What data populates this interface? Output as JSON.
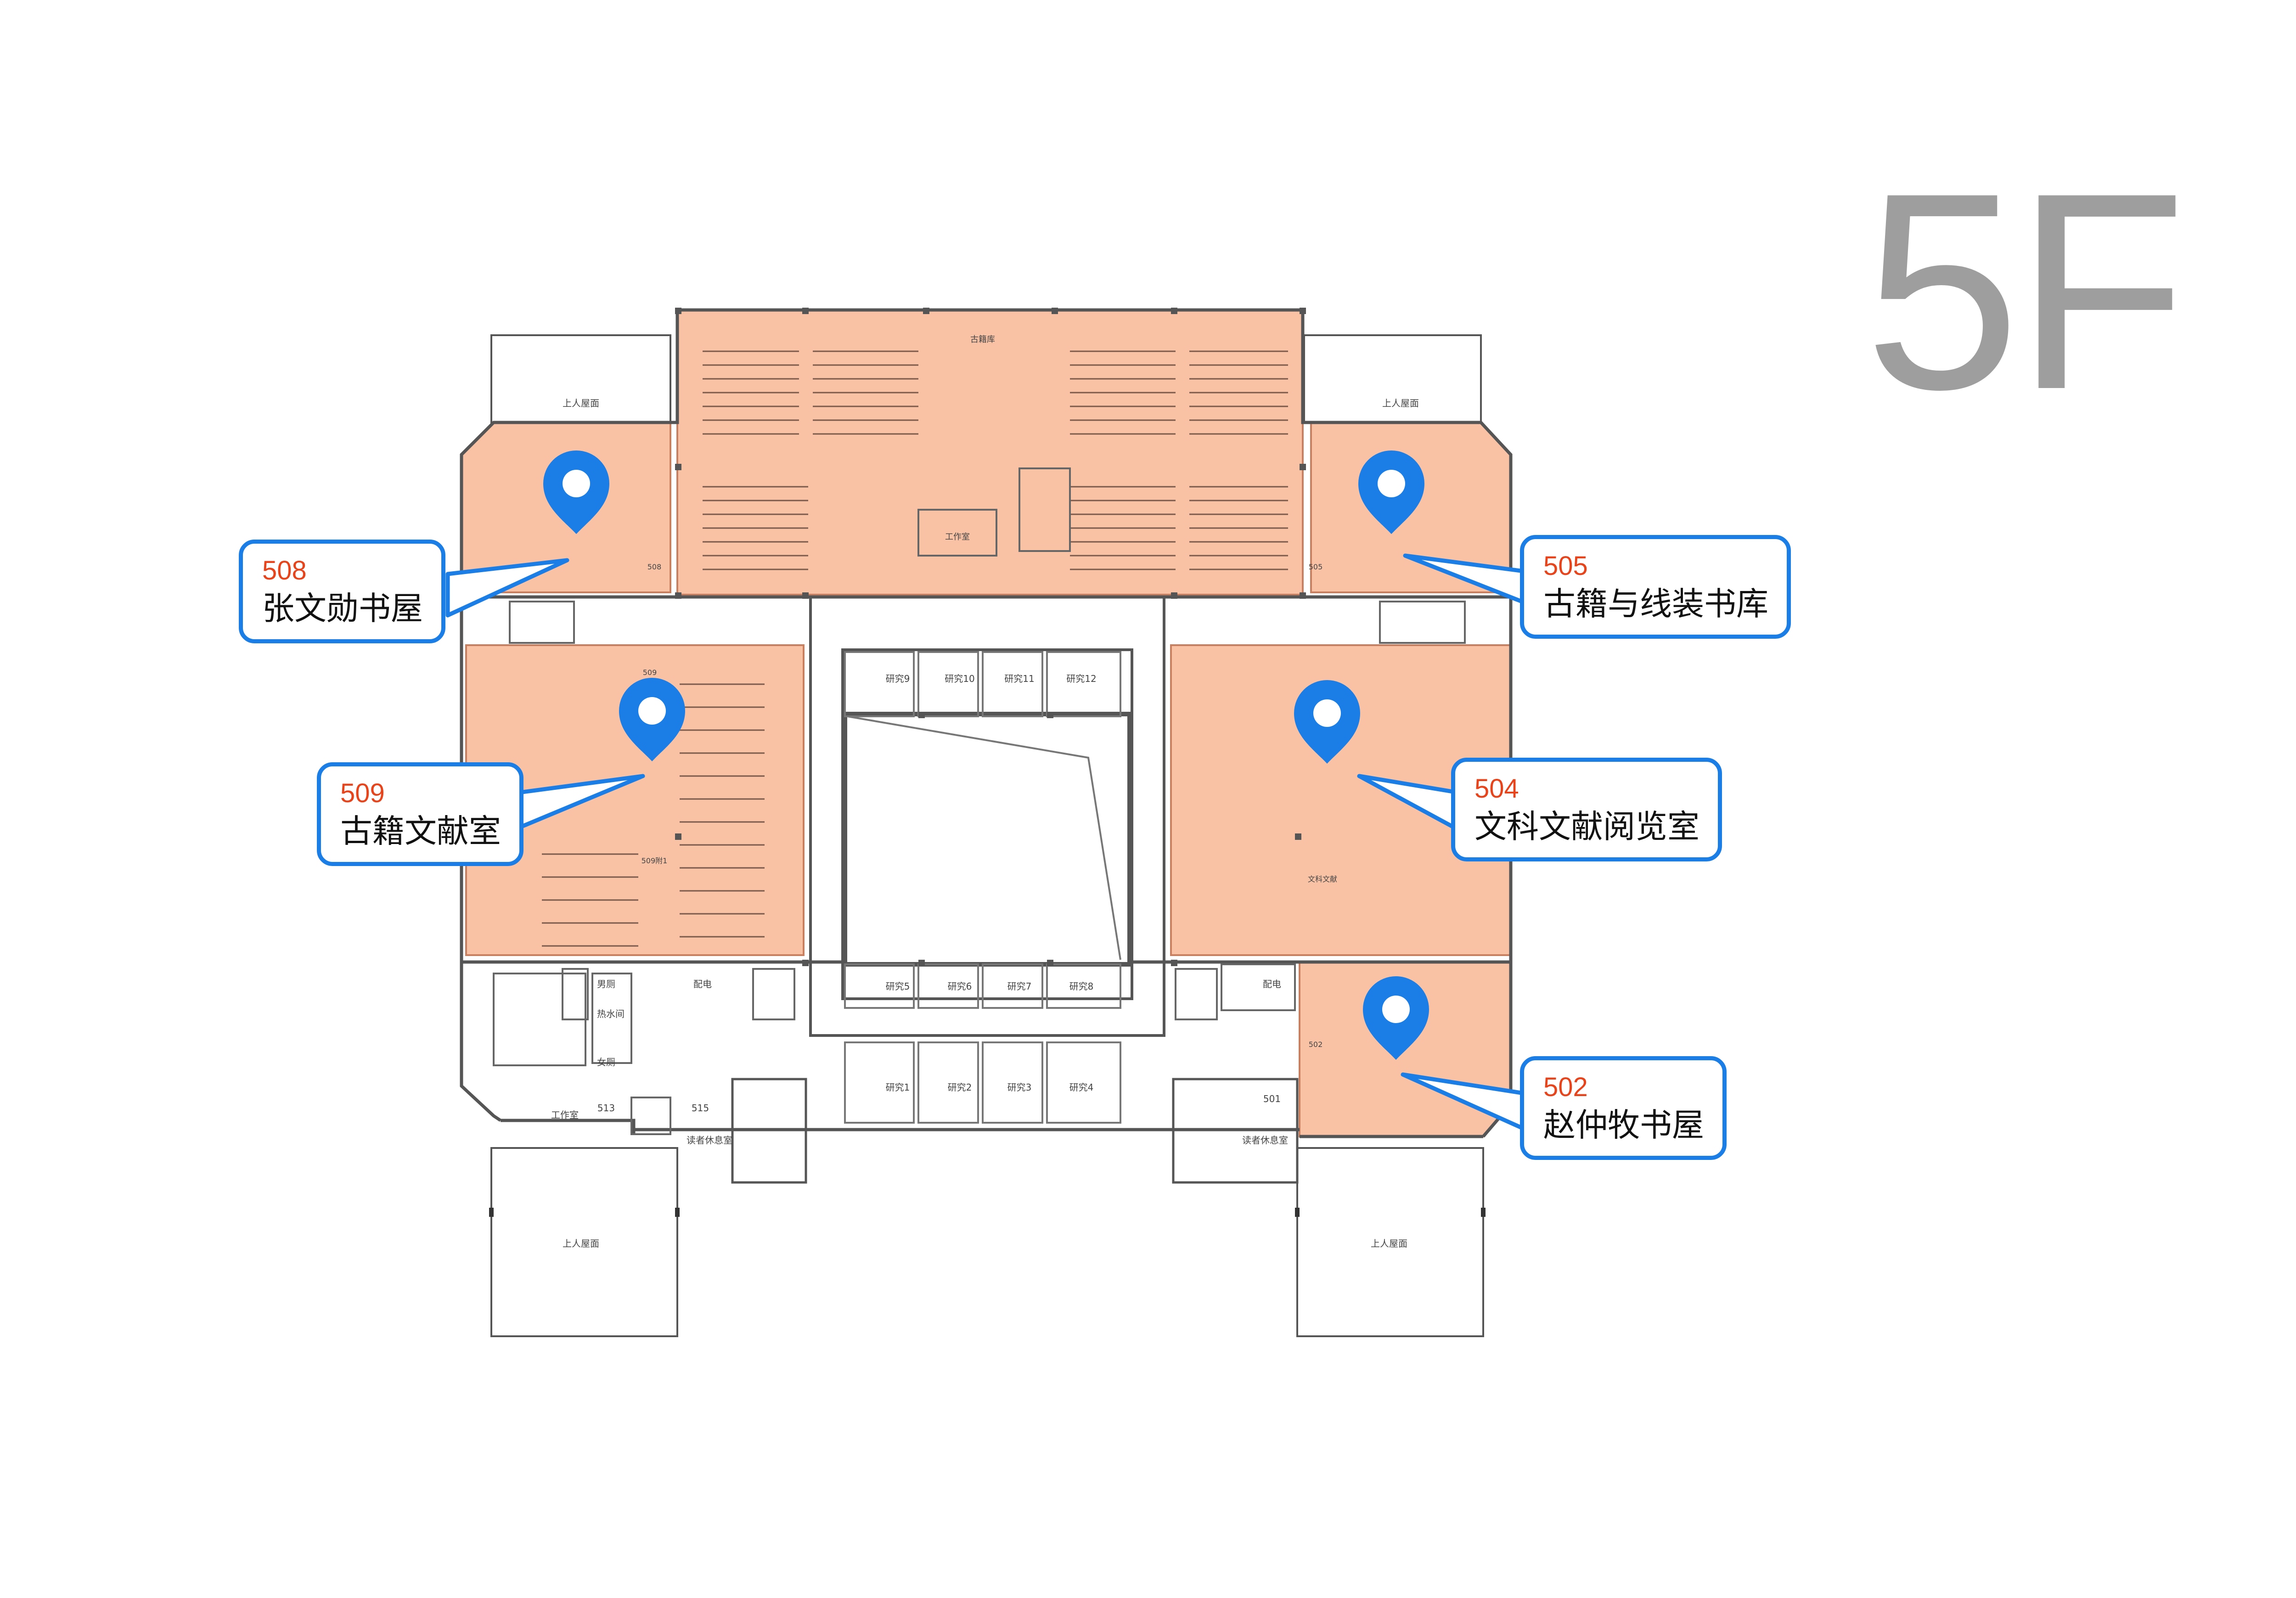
{
  "floor": {
    "label": "5F",
    "label_color": "#9e9e9e"
  },
  "colors": {
    "zone_fill": "#f9c2a5",
    "zone_stroke": "#c98060",
    "wall": "#555555",
    "pin": "#1a7ee6",
    "callout_border": "#1a7ee6",
    "room_number": "#e8441c",
    "room_name": "#111111"
  },
  "rooms": [
    {
      "number": "508",
      "name": "张文勋书屋",
      "icon": "map-pin-icon"
    },
    {
      "number": "505",
      "name": "古籍与线装书库",
      "icon": "map-pin-icon"
    },
    {
      "number": "509",
      "name": "古籍文献室",
      "icon": "map-pin-icon"
    },
    {
      "number": "504",
      "name": "文科文献阅览室",
      "icon": "map-pin-icon"
    },
    {
      "number": "502",
      "name": "赵仲牧书屋",
      "icon": "map-pin-icon"
    }
  ],
  "plan_labels": {
    "roof_terrace": "上人屋面",
    "study_rooms": [
      "研究1",
      "研究2",
      "研究3",
      "研究4",
      "研究5",
      "研究6",
      "研究7",
      "研究8",
      "研究9",
      "研究10",
      "研究11",
      "研究12"
    ],
    "mens_room": "男厕",
    "womens_room": "女厕",
    "hot_water_room": "热水间",
    "electrical_room": "配电",
    "workroom": "工作室",
    "reader_lounge": "读者休息室",
    "room_513": "513",
    "room_515": "515",
    "room_501": "501",
    "room_509": "509",
    "room_505": "505",
    "room_502": "502",
    "room_509_2": "509附1",
    "rare_books_stack": "古籍库",
    "humanities_label": "文科文献"
  }
}
